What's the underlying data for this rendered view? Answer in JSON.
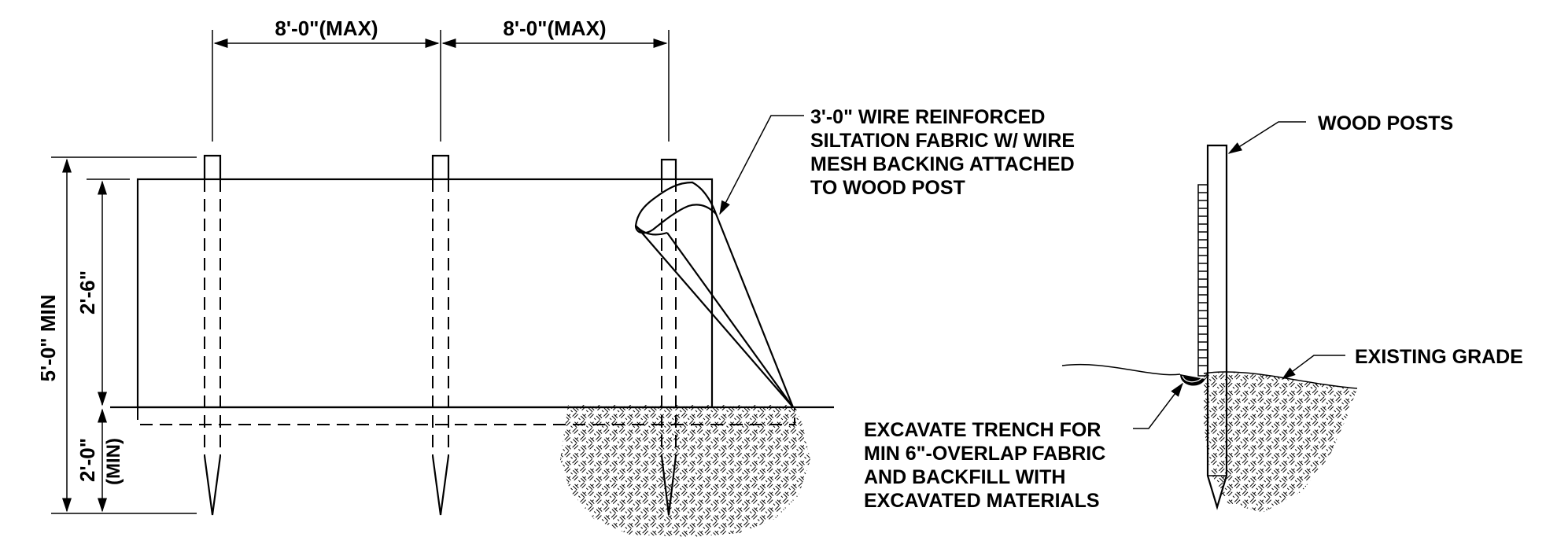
{
  "dimensions": {
    "spacing_1": "8'-0\"(MAX)",
    "spacing_2": "8'-0\"(MAX)",
    "overall_height": "5'-0\" MIN",
    "above_grade": "2'-6\"",
    "embed_depth": "2'-0\"",
    "embed_note": "(MIN)"
  },
  "callouts": {
    "fabric": [
      "3'-0\" WIRE REINFORCED",
      "SILTATION FABRIC W/ WIRE",
      "MESH BACKING ATTACHED",
      "TO WOOD POST"
    ],
    "wood_posts": "WOOD POSTS",
    "existing_grade": "EXISTING GRADE",
    "trench": [
      "EXCAVATE TRENCH FOR",
      "MIN 6\"-OVERLAP FABRIC",
      "AND BACKFILL WITH",
      "EXCAVATED MATERIALS"
    ]
  },
  "colors": {
    "ink": "#000000",
    "paper": "#ffffff"
  }
}
